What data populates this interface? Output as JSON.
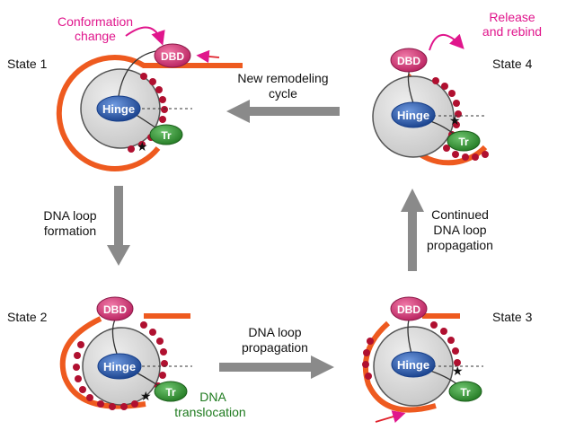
{
  "states": [
    {
      "label": "State 1"
    },
    {
      "label": "State 2"
    },
    {
      "label": "State 3"
    },
    {
      "label": "State 4"
    }
  ],
  "components": {
    "hinge": "Hinge",
    "dbd": "DBD",
    "tr": "Tr"
  },
  "annotations": {
    "conformation_line1": "Conformation",
    "conformation_line2": "change",
    "release_line1": "Release",
    "release_line2": "and rebind",
    "dna_translocation_line1": "DNA",
    "dna_translocation_line2": "translocation"
  },
  "transitions": {
    "new_cycle_line1": "New remodeling",
    "new_cycle_line2": "cycle",
    "loop_formation_line1": "DNA loop",
    "loop_formation_line2": "formation",
    "loop_propagation_line1": "DNA loop",
    "loop_propagation_line2": "propagation",
    "continued_line1": "Continued",
    "continued_line2": "DNA loop",
    "continued_line3": "propagation"
  },
  "colors": {
    "dna": "#ee5a1f",
    "bead": "#b01030",
    "hinge": "#1f4fa0",
    "dbd": "#d42e72",
    "tr": "#2f8a2f",
    "magenta": "#e0168c",
    "arrow_gray": "#8a8a8a",
    "tr_text": "#1e7a1e"
  }
}
